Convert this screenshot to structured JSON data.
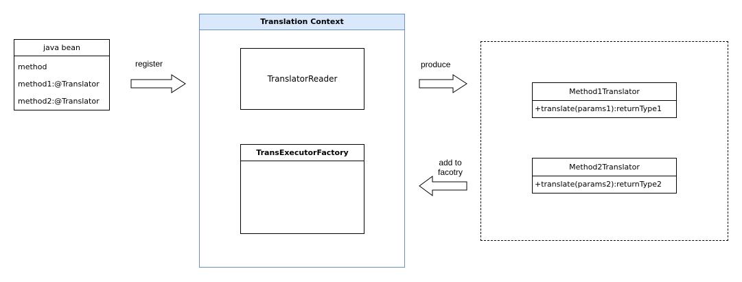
{
  "java_bean": {
    "title": "java bean",
    "rows": [
      "method",
      "method1:@Translator",
      "method2:@Translator"
    ]
  },
  "context": {
    "title": "Translation Context",
    "reader": "TranslatorReader",
    "factory": "TransExecutorFactory"
  },
  "arrows": {
    "register": "register",
    "produce": "produce",
    "add_line1": "add to",
    "add_line2": "facotry"
  },
  "translators": [
    {
      "name": "Method1Translator",
      "method": "+translate(params1):returnType1"
    },
    {
      "name": "Method2Translator",
      "method": "+translate(params2):returnType2"
    }
  ],
  "colors": {
    "context_header_fill": "#dae8fc",
    "context_border": "#6c8ebf"
  }
}
